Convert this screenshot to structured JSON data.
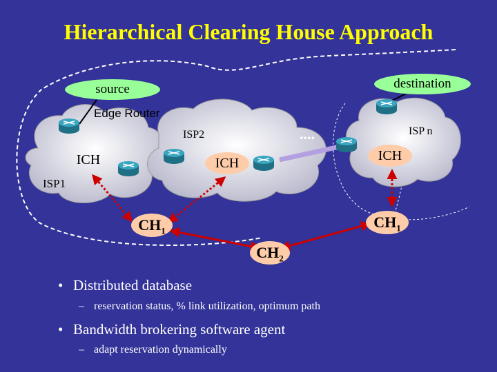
{
  "title": "Hierarchical Clearing House Approach",
  "nodes": {
    "source": "source",
    "destination": "destination",
    "edge_router": "Edge Router",
    "isp1": "ISP1",
    "isp2": "ISP2",
    "ispn": "ISP n",
    "ellipsis": "....",
    "ich_left": "ICH",
    "ich_middle": "ICH",
    "ich_right": "ICH",
    "ch_left": "CH",
    "ch_left_sub": "1",
    "ch_right": "CH",
    "ch_right_sub": "1",
    "ch_bottom": "CH",
    "ch_bottom_sub": "2"
  },
  "bullets": [
    {
      "text": "Distributed database",
      "sub": "reservation status, % link utilization, optimum path"
    },
    {
      "text": "Bandwidth brokering software agent",
      "sub": "adapt reservation dynamically"
    }
  ],
  "colors": {
    "background": "#333399",
    "title": "#ffff00",
    "cloud": "#ccccdd",
    "pill": "#99ff99",
    "ich": "#ffccaa",
    "router": "#2a8fa8",
    "link": "#b3a0e0",
    "red_link": "#cc0000"
  }
}
